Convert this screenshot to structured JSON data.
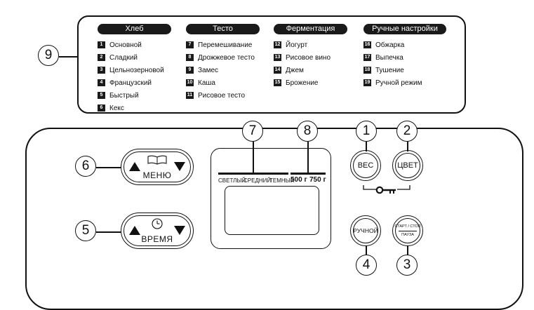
{
  "menu": {
    "columns": [
      {
        "title": "Хлеб",
        "items": [
          {
            "n": "1",
            "label": "Основной"
          },
          {
            "n": "2",
            "label": "Сладкий"
          },
          {
            "n": "3",
            "label": "Цельнозерновой"
          },
          {
            "n": "4",
            "label": "Французский"
          },
          {
            "n": "5",
            "label": "Быстрый"
          },
          {
            "n": "6",
            "label": "Кекс"
          }
        ]
      },
      {
        "title": "Тесто",
        "items": [
          {
            "n": "7",
            "label": "Перемешивание"
          },
          {
            "n": "8",
            "label": "Дрожжевое тесто"
          },
          {
            "n": "9",
            "label": "Замес"
          },
          {
            "n": "10",
            "label": "Каша"
          },
          {
            "n": "11",
            "label": "Рисовое тесто"
          }
        ]
      },
      {
        "title": "Ферментация",
        "items": [
          {
            "n": "12",
            "label": "Йогурт"
          },
          {
            "n": "13",
            "label": "Рисовое вино"
          },
          {
            "n": "14",
            "label": "Джем"
          },
          {
            "n": "15",
            "label": "Брожение"
          }
        ]
      },
      {
        "title": "Ручные настройки",
        "items": [
          {
            "n": "16",
            "label": "Обжарка"
          },
          {
            "n": "17",
            "label": "Выпечка"
          },
          {
            "n": "18",
            "label": "Тушение"
          },
          {
            "n": "19",
            "label": "Ручной режим"
          }
        ]
      }
    ]
  },
  "callouts": {
    "c1": "1",
    "c2": "2",
    "c3": "3",
    "c4": "4",
    "c5": "5",
    "c6": "6",
    "c7": "7",
    "c8": "8",
    "c9": "9"
  },
  "buttons": {
    "menu": "МЕНЮ",
    "time": "ВРЕМЯ",
    "weight": "ВЕС",
    "color": "ЦВЕТ",
    "manual": "РУЧНОЙ",
    "start_stop": "СТАРТ / СТОП",
    "pause": "ПАУЗА"
  },
  "display": {
    "shade_light": "СВЕТЛЫЙ",
    "shade_medium": "СРЕДНИЙ",
    "shade_dark": "ТЕМНЫЙ",
    "weight_500": "500 г",
    "weight_750": "750 г"
  },
  "icons": {
    "menu": "open-book-icon",
    "time": "clock-icon",
    "lock": "key-icon"
  }
}
